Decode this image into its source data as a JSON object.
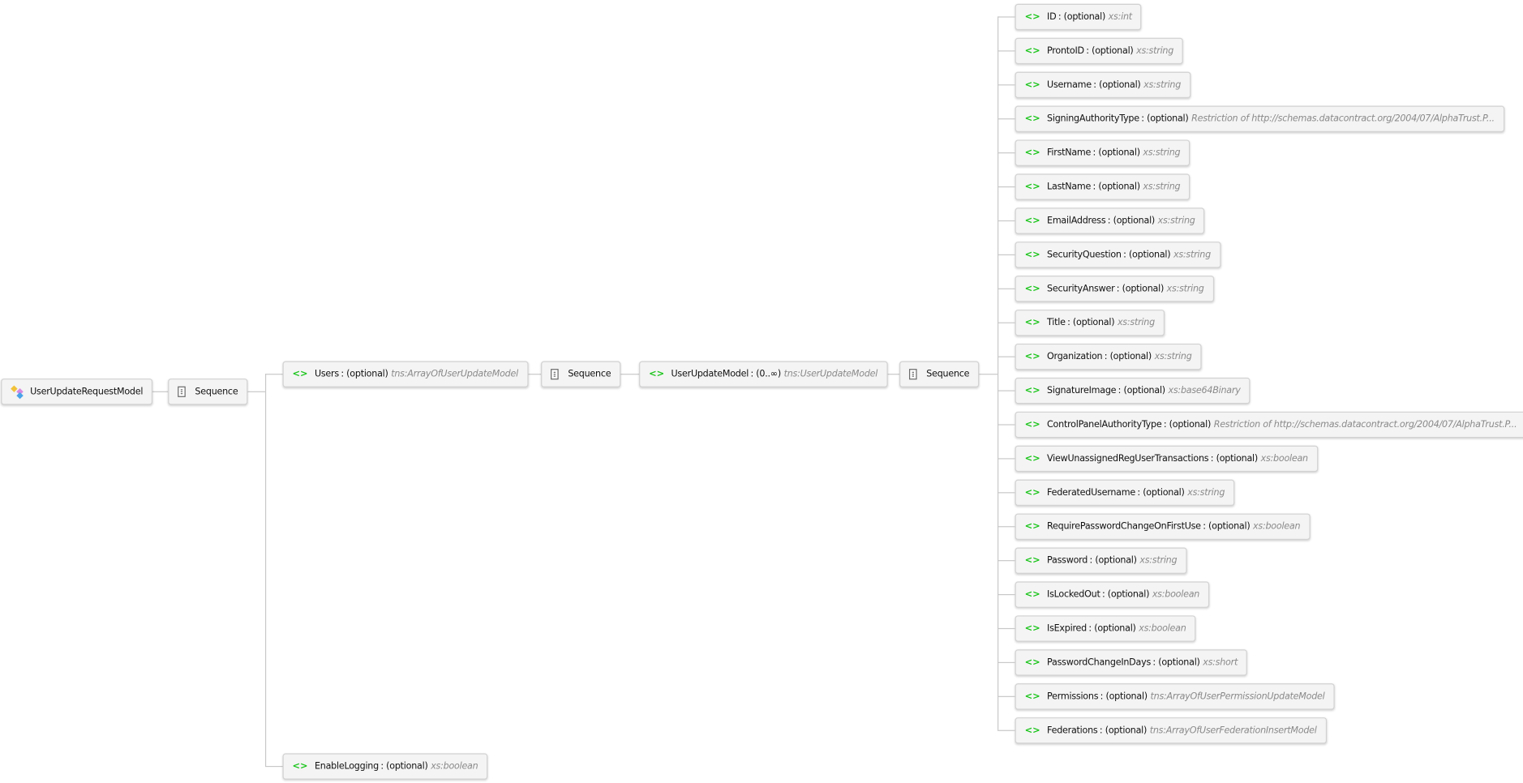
{
  "root": {
    "label": "UserUpdateRequestModel",
    "icon": "complex-type-icon"
  },
  "sequence_label": "Sequence",
  "users": {
    "name": "Users",
    "occurs": "(optional)",
    "type": "tns:ArrayOfUserUpdateModel"
  },
  "user_update_model": {
    "name": "UserUpdateModel",
    "occurs": "(0..∞)",
    "type": "tns:UserUpdateModel"
  },
  "enable_logging": {
    "name": "EnableLogging",
    "occurs": "(optional)",
    "type": "xs:boolean"
  },
  "separator": ":",
  "element_icon": "<>",
  "colors": {
    "element_icon": "#18c418",
    "type_text": "#8a8a8a",
    "node_bg": "#f4f4f4"
  },
  "fields": [
    {
      "name": "ID",
      "occurs": "(optional)",
      "type": "xs:int"
    },
    {
      "name": "ProntoID",
      "occurs": "(optional)",
      "type": "xs:string"
    },
    {
      "name": "Username",
      "occurs": "(optional)",
      "type": "xs:string"
    },
    {
      "name": "SigningAuthorityType",
      "occurs": "(optional)",
      "type": "Restriction of http://schemas.datacontract.org/2004/07/AlphaTrust.P..."
    },
    {
      "name": "FirstName",
      "occurs": "(optional)",
      "type": "xs:string"
    },
    {
      "name": "LastName",
      "occurs": "(optional)",
      "type": "xs:string"
    },
    {
      "name": "EmailAddress",
      "occurs": "(optional)",
      "type": "xs:string"
    },
    {
      "name": "SecurityQuestion",
      "occurs": "(optional)",
      "type": "xs:string"
    },
    {
      "name": "SecurityAnswer",
      "occurs": "(optional)",
      "type": "xs:string"
    },
    {
      "name": "Title",
      "occurs": "(optional)",
      "type": "xs:string"
    },
    {
      "name": "Organization",
      "occurs": "(optional)",
      "type": "xs:string"
    },
    {
      "name": "SignatureImage",
      "occurs": "(optional)",
      "type": "xs:base64Binary"
    },
    {
      "name": "ControlPanelAuthorityType",
      "occurs": "(optional)",
      "type": "Restriction of http://schemas.datacontract.org/2004/07/AlphaTrust.P..."
    },
    {
      "name": "ViewUnassignedRegUserTransactions",
      "occurs": "(optional)",
      "type": "xs:boolean"
    },
    {
      "name": "FederatedUsername",
      "occurs": "(optional)",
      "type": "xs:string"
    },
    {
      "name": "RequirePasswordChangeOnFirstUse",
      "occurs": "(optional)",
      "type": "xs:boolean"
    },
    {
      "name": "Password",
      "occurs": "(optional)",
      "type": "xs:string"
    },
    {
      "name": "IsLockedOut",
      "occurs": "(optional)",
      "type": "xs:boolean"
    },
    {
      "name": "IsExpired",
      "occurs": "(optional)",
      "type": "xs:boolean"
    },
    {
      "name": "PasswordChangeInDays",
      "occurs": "(optional)",
      "type": "xs:short"
    },
    {
      "name": "Permissions",
      "occurs": "(optional)",
      "type": "tns:ArrayOfUserPermissionUpdateModel"
    },
    {
      "name": "Federations",
      "occurs": "(optional)",
      "type": "tns:ArrayOfUserFederationInsertModel"
    }
  ]
}
